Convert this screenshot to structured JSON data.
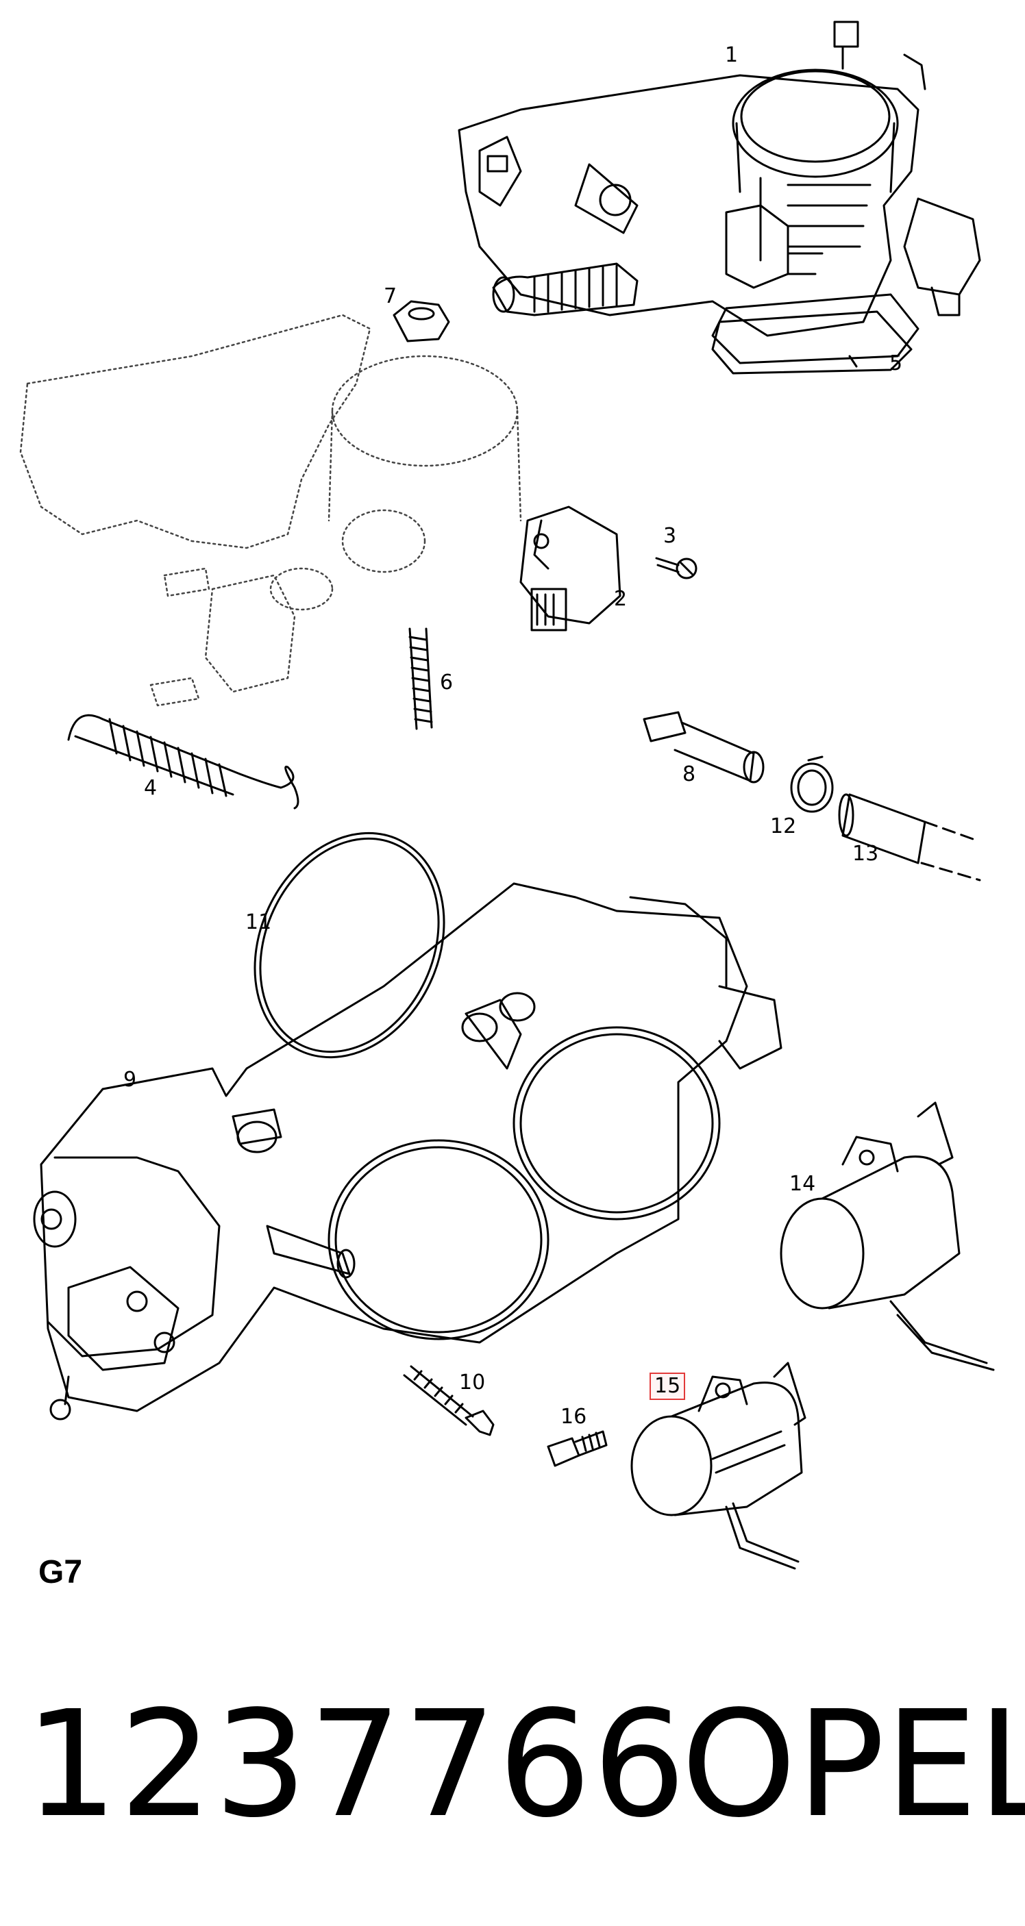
{
  "diagram": {
    "section_code": "G7",
    "callouts": [
      {
        "id": "1",
        "label": "1"
      },
      {
        "id": "2",
        "label": "2"
      },
      {
        "id": "3",
        "label": "3"
      },
      {
        "id": "4",
        "label": "4"
      },
      {
        "id": "5",
        "label": "5"
      },
      {
        "id": "6",
        "label": "6"
      },
      {
        "id": "7",
        "label": "7"
      },
      {
        "id": "8",
        "label": "8"
      },
      {
        "id": "9",
        "label": "9"
      },
      {
        "id": "10",
        "label": "10"
      },
      {
        "id": "11",
        "label": "11"
      },
      {
        "id": "12",
        "label": "12"
      },
      {
        "id": "13",
        "label": "13"
      },
      {
        "id": "14",
        "label": "14"
      },
      {
        "id": "15",
        "label": "15",
        "highlighted": true
      },
      {
        "id": "16",
        "label": "16"
      }
    ],
    "highlight_color": "#e23a3a"
  },
  "footer": {
    "part_number": "1237766",
    "brand": "OPEL"
  }
}
